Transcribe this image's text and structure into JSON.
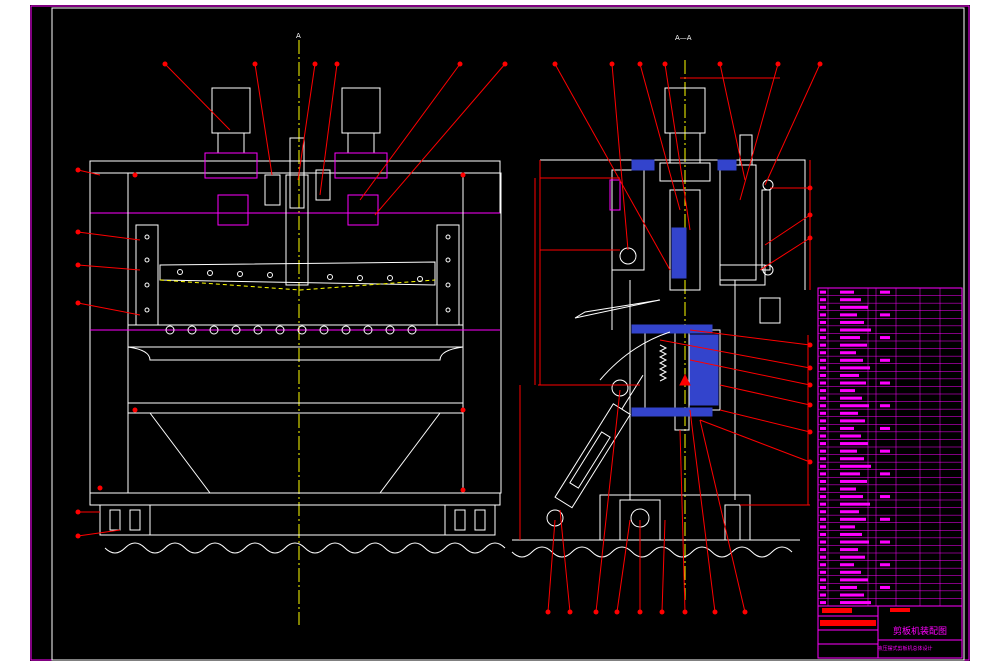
{
  "section_labels": {
    "left": "A",
    "right": "A—A"
  },
  "title_block": {
    "drawing_title": "剪板机装配图",
    "subtitle": "液压摆式剪板机总体设计"
  },
  "colors": {
    "background": "#000000",
    "outline": "#ffffff",
    "leader": "#ff0000",
    "frame": "#ff00ff",
    "table_grid": "#ff00ff",
    "accent_fill": "#3344cc",
    "centerline": "#ffff00"
  }
}
